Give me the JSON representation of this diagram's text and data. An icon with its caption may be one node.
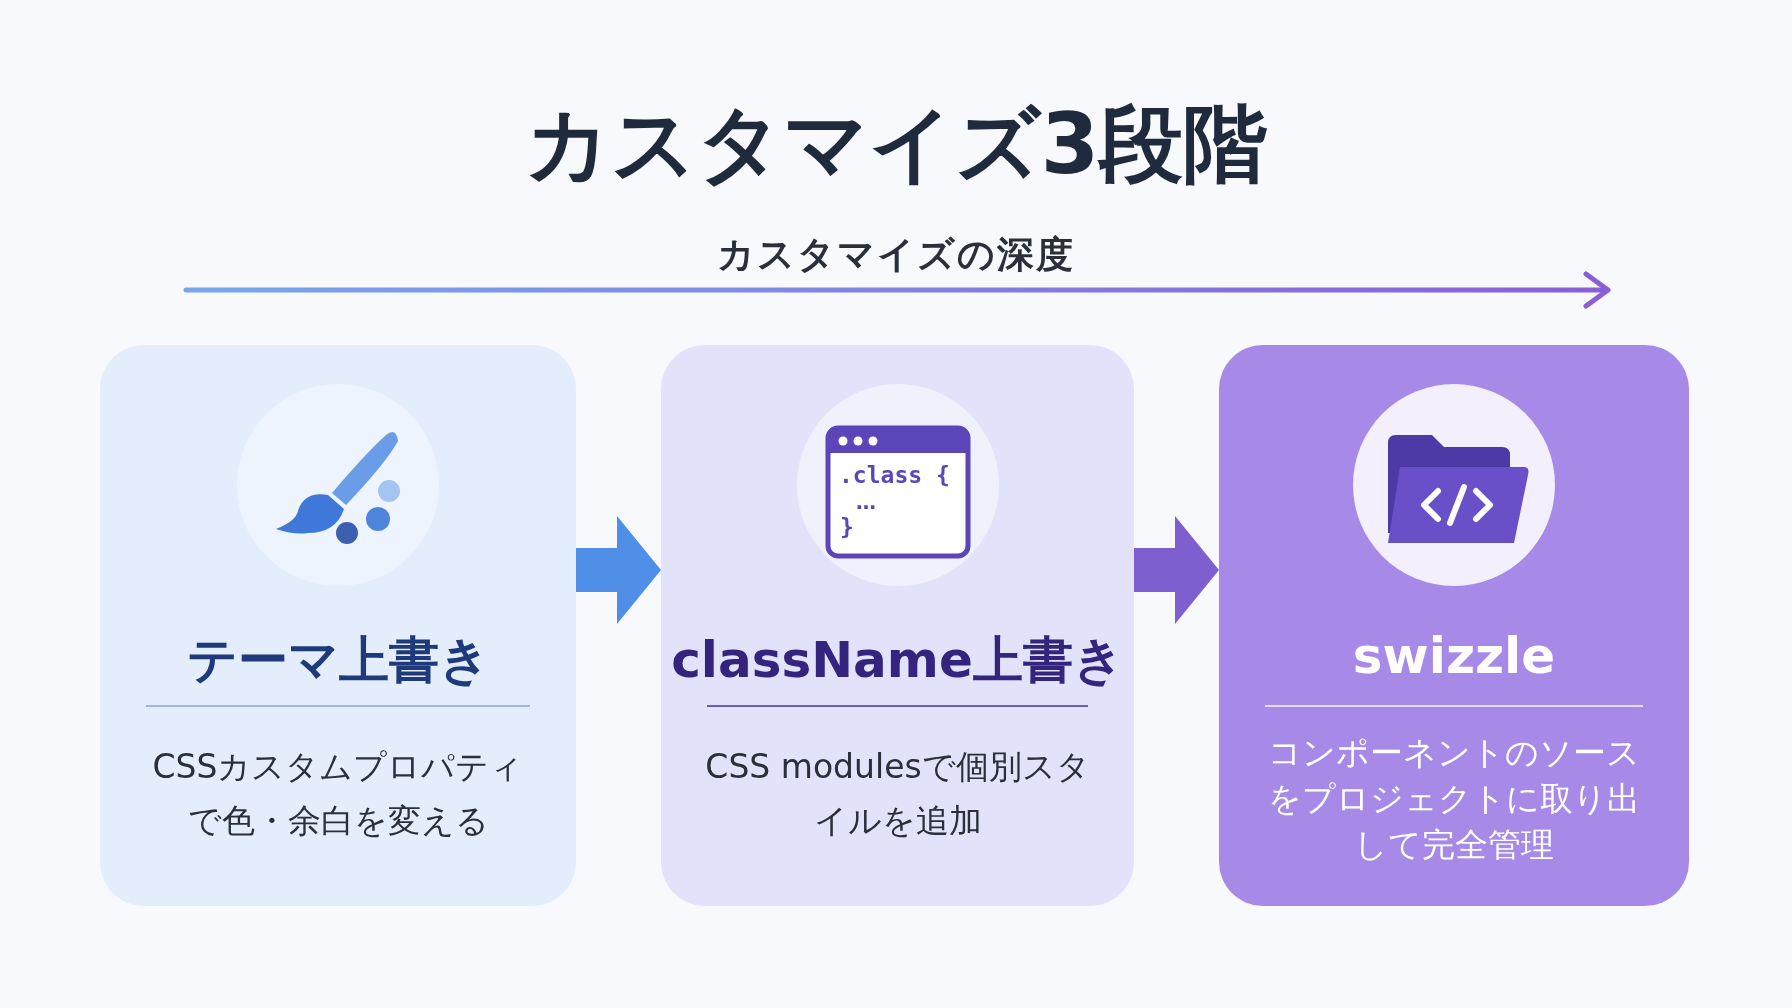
{
  "diagram": {
    "title": "カスタマイズ3段階",
    "nodes": [
      {
        "text": [
          "テーマ上書き",
          "CSSカスタムプロパティで色・余白を変える"
        ]
      },
      {
        "text": [
          "className上書き",
          "CSS modulesで個別スタイルを追加"
        ]
      },
      {
        "text": [
          "swizzle",
          "コンポーネントのソースをプロジェクトに取り出して完全管理"
        ]
      }
    ],
    "edges": [
      {
        "from": 0,
        "to": 1,
        "arrow": "to",
        "color": "#4f8fe8"
      },
      {
        "from": 1,
        "to": 2,
        "arrow": "to",
        "color": "#7d5fd0"
      }
    ],
    "labels": [
      "カスタマイズの深度",
      ".class {",
      "…",
      "}"
    ]
  }
}
